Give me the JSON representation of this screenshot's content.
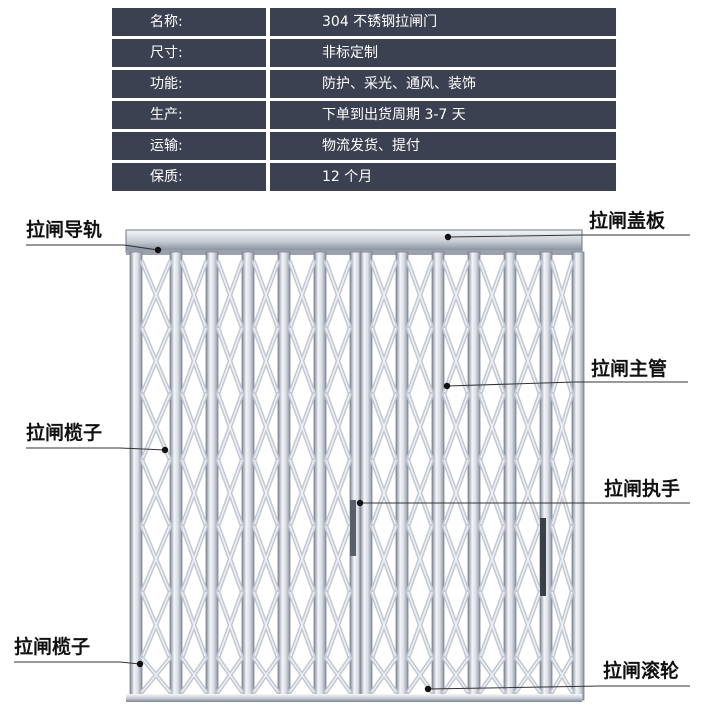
{
  "specs": [
    {
      "key": "名称:",
      "value": "304 不锈钢拉闸门"
    },
    {
      "key": "尺寸:",
      "value": "非标定制"
    },
    {
      "key": "功能:",
      "value": "防护、采光、通风、装饰"
    },
    {
      "key": "生产:",
      "value": "下单到出货周期 3-7 天"
    },
    {
      "key": "运输:",
      "value": "物流发货、提付"
    },
    {
      "key": "保质:",
      "value": "12 个月"
    }
  ],
  "callouts": {
    "guide_rail": "拉闸导轨",
    "cover_plate": "拉闸盖板",
    "main_tube": "拉闸主管",
    "lattice_upper": "拉闸榄子",
    "handle": "拉闸执手",
    "lattice_lower": "拉闸榄子",
    "roller": "拉闸滚轮"
  },
  "colors": {
    "table_bg": "#3b4150",
    "table_text": "#ffffff",
    "steel_light": "#e9ecf1",
    "steel_dark": "#8a93a2",
    "leader_line": "#333333"
  }
}
